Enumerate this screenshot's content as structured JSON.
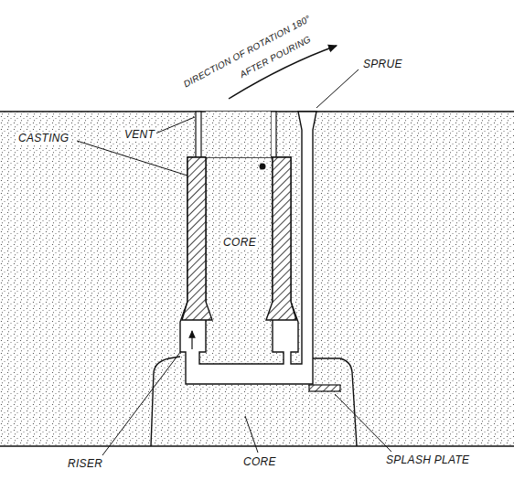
{
  "diagram": {
    "labels": [
      "CASTING",
      "VENT",
      "DIRECTION OF ROTATION 180°",
      "AFTER POURING",
      "SPRUE",
      "CORE",
      "RISER",
      "CORE",
      "SPLASH PLATE"
    ]
  }
}
